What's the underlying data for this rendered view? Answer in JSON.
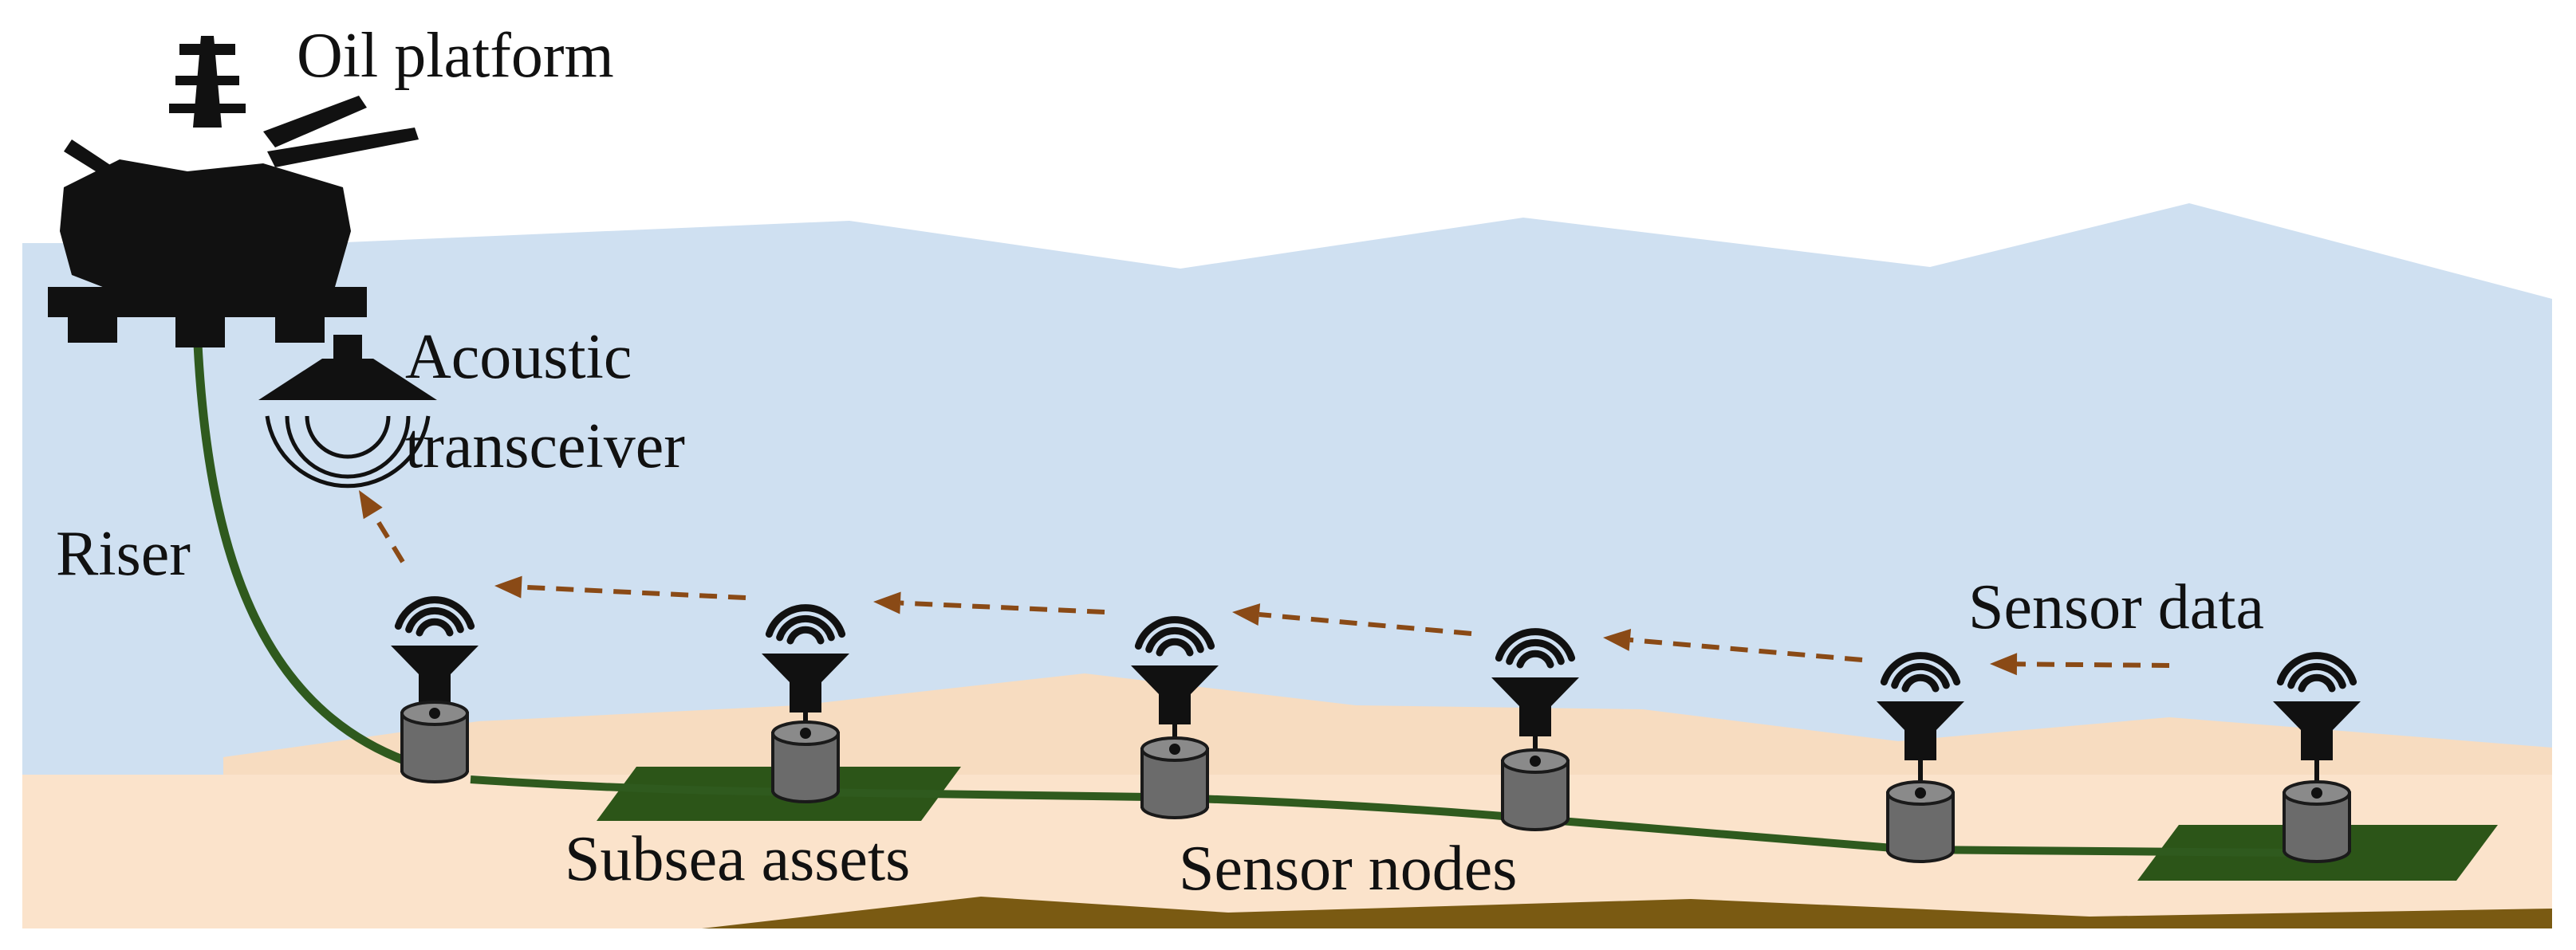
{
  "labels": {
    "platform": "Oil platform",
    "transceiver_line1": "Acoustic",
    "transceiver_line2": "transceiver",
    "riser": "Riser",
    "sensor_data": "Sensor data",
    "subsea_assets": "Subsea assets",
    "sensor_nodes": "Sensor nodes"
  },
  "colors": {
    "sea": "#cfe0f1",
    "seabed_far": "#f7dcc0",
    "seabed_near": "#fbe3cb",
    "seabed_dark": "#7a5a12",
    "pipeline": "#2f5a1e",
    "asset_pad": "#2c5518",
    "node_body": "#6b6b6b",
    "node_outline": "#1a1a1a",
    "arrow": "#8a4a16",
    "icon": "#111111"
  },
  "icons": {
    "platform": "oil-platform-icon",
    "transceiver": "acoustic-transceiver-icon",
    "node": "sensor-node-icon",
    "signal": "wifi-signal-icon",
    "arrow": "dashed-arrow-icon"
  }
}
